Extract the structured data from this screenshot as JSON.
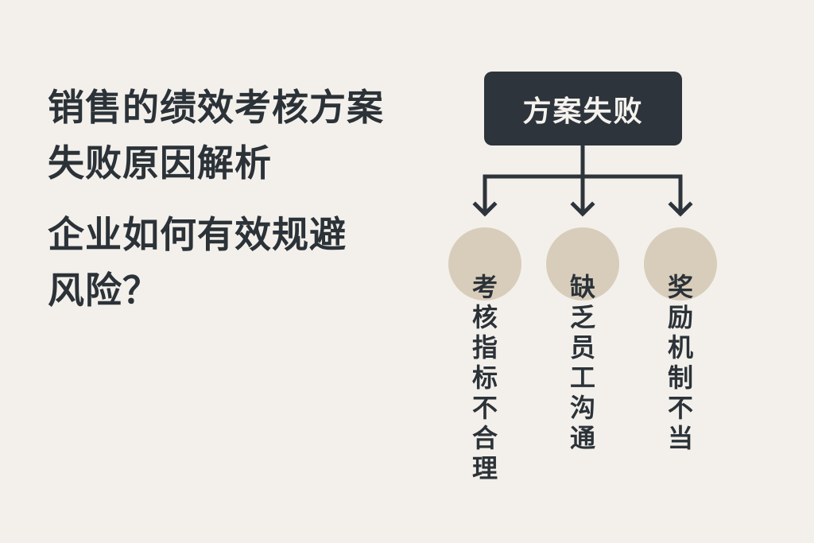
{
  "title": {
    "lines": [
      "销售的绩效考核方案",
      "失败原因解析",
      "企业如何有效规避",
      "风险？"
    ]
  },
  "diagram": {
    "root": "方案失败",
    "branches": [
      {
        "label": "考核指标不合理",
        "chars": [
          "考",
          "核",
          "指",
          "标",
          "不",
          "合",
          "理"
        ]
      },
      {
        "label": "缺乏员工沟通",
        "chars": [
          "缺",
          "乏",
          "员",
          "工",
          "沟",
          "通"
        ]
      },
      {
        "label": "奖励机制不当",
        "chars": [
          "奖",
          "励",
          "机",
          "制",
          "不",
          "当"
        ]
      }
    ]
  },
  "colors": {
    "background": "#f3f0eb",
    "dark": "#2d343b",
    "circle": "#d8cdbb",
    "root_text": "#f5f2ee"
  }
}
